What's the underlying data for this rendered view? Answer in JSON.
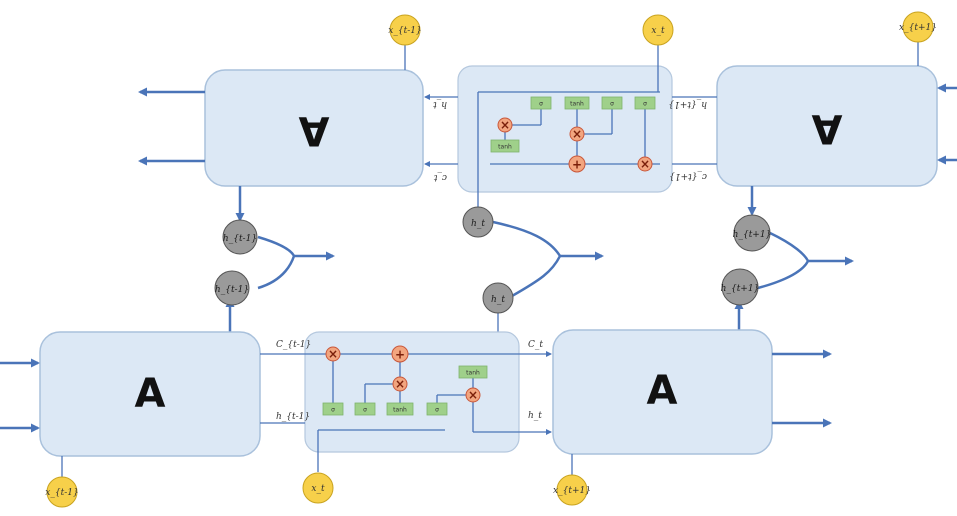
{
  "forward_row": {
    "cells": [
      {
        "label": "A",
        "input": "x_{t-1}"
      },
      {
        "label": "A",
        "input": "x_{t+1}"
      }
    ],
    "center_input": "x_t",
    "labels": {
      "c_prev": "C_{t-1}",
      "h_prev": "h_{t-1}",
      "c_out": "C_t",
      "h_out": "h_t"
    },
    "gates": [
      "σ",
      "σ",
      "tanh",
      "σ"
    ],
    "out_tanh": "tanh",
    "ops": {
      "mult": "×",
      "add": "+"
    }
  },
  "backward_row": {
    "cells": [
      {
        "label": "A",
        "input": "x_{t-1}"
      },
      {
        "label": "A",
        "input": "x_{t+1}"
      }
    ],
    "center_input": "x_t",
    "labels": {
      "h_left": "h_t",
      "c_left": "c_t",
      "h_right": "h_{t+1}",
      "c_right": "c_{t+1}"
    },
    "gates": [
      "σ",
      "tanh",
      "σ",
      "σ"
    ],
    "out_tanh": "tanh",
    "ops": {
      "mult": "×",
      "add": "+"
    }
  },
  "hidden_nodes": {
    "left_back": "h_{t-1}",
    "left_fwd": "h_{t-1}",
    "center_back": "h_t",
    "center_fwd": "h_t",
    "right_back": "h_{t+1}",
    "right_fwd": "h_{t+1}"
  },
  "colors": {
    "cell_fill": "#dce8f5",
    "arrow": "#4a74b8",
    "gate": "#9fd08a",
    "operator": "#f2a57f",
    "input_node": "#f7d04a",
    "hidden_node": "#9a9a9a"
  }
}
